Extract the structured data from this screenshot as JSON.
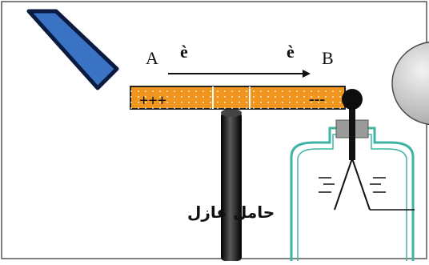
{
  "labels": {
    "point_a": "A",
    "point_b": "B",
    "electron_left": "è",
    "electron_right": "è",
    "positive_charges": "+++",
    "negative_charges": "---",
    "insulating_stand": "حامل عازل"
  },
  "colors": {
    "rod_fill": "#f0961e",
    "rod_stroke": "#222222",
    "inducer_fill": "#3a73c4",
    "inducer_stroke": "#0a1a40",
    "electroscope_stroke": "#3fb3a6",
    "stopper_fill": "#9a9a9a",
    "sphere_fill": "#d8d8d8",
    "stand_fill": "#1b1b1b",
    "frame_stroke": "#555555"
  }
}
